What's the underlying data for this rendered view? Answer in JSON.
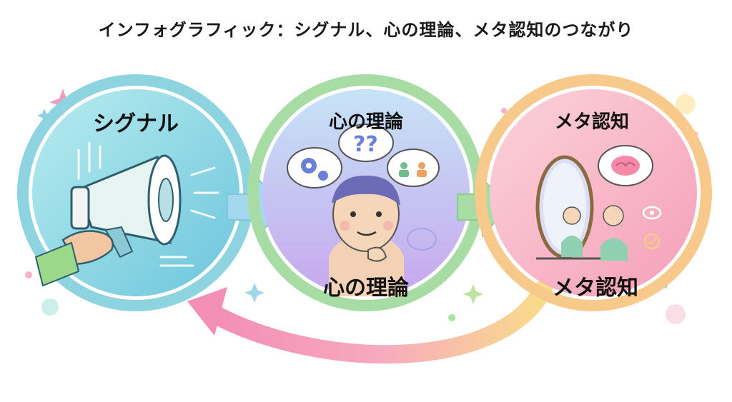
{
  "title": "インフォグラフィック：シグナル、心の理論、メタ認知のつながり",
  "circles": [
    {
      "label": "シグナル",
      "icon": "megaphone-icon",
      "color": "#7fd0e0"
    },
    {
      "label_top": "心の理論",
      "label_bottom": "心の理論",
      "icon": "thinking-person-icon",
      "color": "#a9b8ea"
    },
    {
      "label_top": "メタ認知",
      "label_bottom": "メタ認知",
      "icon": "mirror-reflection-icon",
      "color": "#f7a8bf"
    }
  ],
  "arrows": [
    "arrow-signal-to-tom",
    "arrow-tom-to-meta",
    "arrow-meta-to-signal"
  ],
  "thought_bubbles": {
    "question_marks": "??"
  }
}
